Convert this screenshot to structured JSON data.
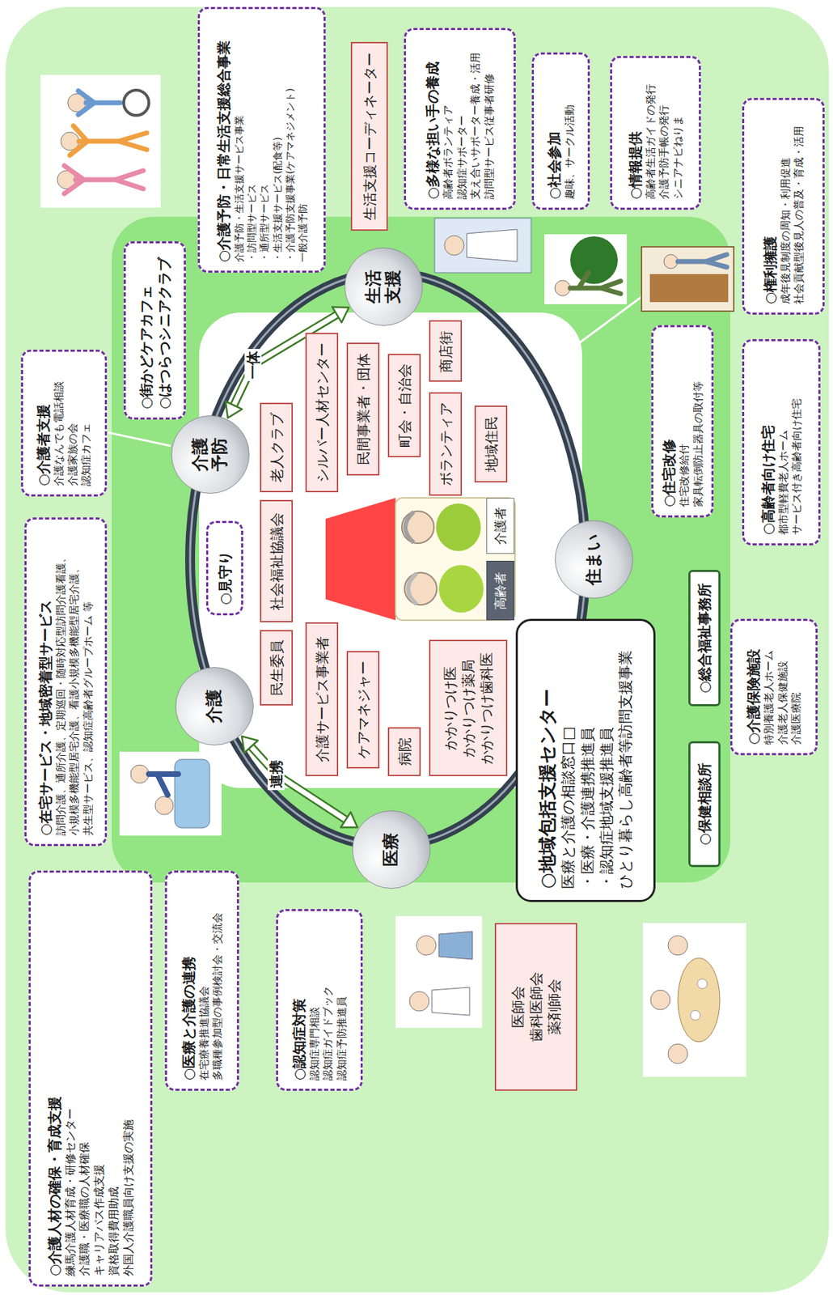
{
  "diagram": {
    "nodes": [
      {
        "text": [
          "○介護予防・日常生活支援総合事業",
          "介護予防・生活支援サービス事業",
          "・訪問型サービス",
          "・通所型サービス",
          "・生活支援サービス(配食等)",
          "・介護予防支援事業(ケアマネジメント)",
          "一般介護予防"
        ]
      },
      {
        "text": [
          "生活支援コーディネーター"
        ]
      },
      {
        "text": [
          "○多様な担い手の養成",
          "高齢者ボランティア",
          "認知症サポーター",
          "支え合いサポーター養成・活用",
          "訪問型サービス従事者研修"
        ]
      },
      {
        "text": [
          "○社会参加",
          "趣味、サークル活動"
        ]
      },
      {
        "text": [
          "○情報提供",
          "高齢者生活ガイドの発行",
          "介護予防手帳の発行",
          "シニアナビねりま"
        ]
      },
      {
        "text": [
          "○権利擁護",
          "成年後見制度の周知・利用促進",
          "社会貢献型後見人の普及・育成・活用"
        ]
      },
      {
        "text": [
          "○街かどケアカフェ",
          "○はつらつシニアクラブ"
        ]
      },
      {
        "text": [
          "○介護者支援",
          "介護なんでも電話相談",
          "介護家族の会",
          "認知症カフェ"
        ]
      },
      {
        "text": [
          "○在宅サービス・地域密着型サービス",
          "訪問介護、通所介護、定期巡回・随時対応型訪問介護看護、",
          "小規模多機能型居宅介護、看護小規模多機能型居宅介護、",
          "共生型サービス、認知症高齢者グループホーム 等"
        ]
      },
      {
        "text": [
          "○見守り"
        ]
      },
      {
        "text": [
          "介護 予防"
        ]
      },
      {
        "text": [
          "生活 支援"
        ]
      },
      {
        "text": [
          "介護"
        ]
      },
      {
        "text": [
          "医療"
        ]
      },
      {
        "text": [
          "住まい"
        ]
      },
      {
        "text": [
          "老人クラブ"
        ]
      },
      {
        "text": [
          "社会福祉協議会"
        ]
      },
      {
        "text": [
          "民生委員"
        ]
      },
      {
        "text": [
          "シルバー人材センター"
        ]
      },
      {
        "text": [
          "介護サービス事業者"
        ]
      },
      {
        "text": [
          "民間事業者・団体"
        ]
      },
      {
        "text": [
          "ケアマネジャー"
        ]
      },
      {
        "text": [
          "町会・自治会"
        ]
      },
      {
        "text": [
          "病院"
        ]
      },
      {
        "text": [
          "商店街"
        ]
      },
      {
        "text": [
          "ボランティア"
        ]
      },
      {
        "text": [
          "かかりつけ医",
          "かかりつけ薬局",
          "かかりつけ歯科医"
        ]
      },
      {
        "text": [
          "地域住民"
        ]
      },
      {
        "text": [
          "介護者"
        ]
      },
      {
        "text": [
          "高齢者"
        ]
      },
      {
        "text": [
          "○住宅改修",
          "住宅改修給付",
          "家具転倒防止器具の取付等"
        ]
      },
      {
        "text": [
          "○高齢者向け住宅",
          "都市型軽費老人ホーム",
          "サービス付き高齢者向け住宅"
        ]
      },
      {
        "text": [
          "○地域包括支援センター",
          "医療と介護の相談窓口□",
          "・医療・介護連携推進員",
          "・認知症地域支援推進員",
          "ひとり暮らし高齢者等訪問支援事業"
        ]
      },
      {
        "text": [
          "○総合福祉事務所"
        ]
      },
      {
        "text": [
          "○保健相談所"
        ]
      },
      {
        "text": [
          "○介護保険施設",
          "特別養護老人ホーム",
          "介護老人保健施設",
          "介護医療院"
        ]
      },
      {
        "text": [
          "○介護人材の確保・育成支援",
          "練馬介護人材育成・研修センター",
          "介護職・医療職の人材確保",
          "キャリアパス作成支援",
          "資格取得費用助成",
          "外国人介護職員向け支援の実施"
        ]
      },
      {
        "text": [
          "○医療と介護の連携",
          "在宅療養推進協議会",
          "多職種参加型の事例検討会・交流会"
        ]
      },
      {
        "text": [
          "○認知症対策",
          "認知症専門相談",
          "認知症ガイドブック",
          "認知症予防推進員"
        ]
      },
      {
        "text": [
          "医師会",
          "歯科医師会",
          "薬剤師会"
        ]
      }
    ],
    "edges": [
      {
        "from": 10,
        "to": 11,
        "label": "一体",
        "arrow": "both"
      },
      {
        "from": 12,
        "to": 13,
        "label": "連携",
        "arrow": "both"
      },
      {
        "from": 7,
        "to": 10,
        "arrow": "none"
      }
    ]
  }
}
